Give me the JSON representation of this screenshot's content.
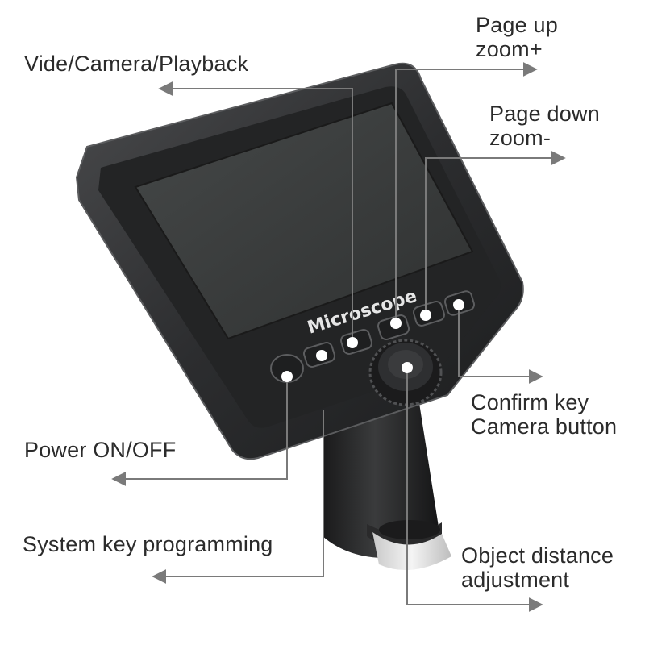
{
  "device": {
    "brand_text": "Microscope"
  },
  "callouts": {
    "mode_key": "Vide/Camera/Playback",
    "page_up": [
      "Page up",
      "zoom+"
    ],
    "page_down": [
      "Page down",
      "zoom-"
    ],
    "confirm_key": [
      "Confirm key",
      "Camera button"
    ],
    "power": "Power ON/OFF",
    "system_key": "System key programming",
    "focus_wheel": [
      "Object distance",
      "adjustment"
    ]
  },
  "colors": {
    "leader_line": "#7a7a7a",
    "label_text": "#2b2b2b",
    "device_body": "#2a2a2b",
    "screen": "#3b3d3d",
    "marker_dot": "#ffffff"
  }
}
